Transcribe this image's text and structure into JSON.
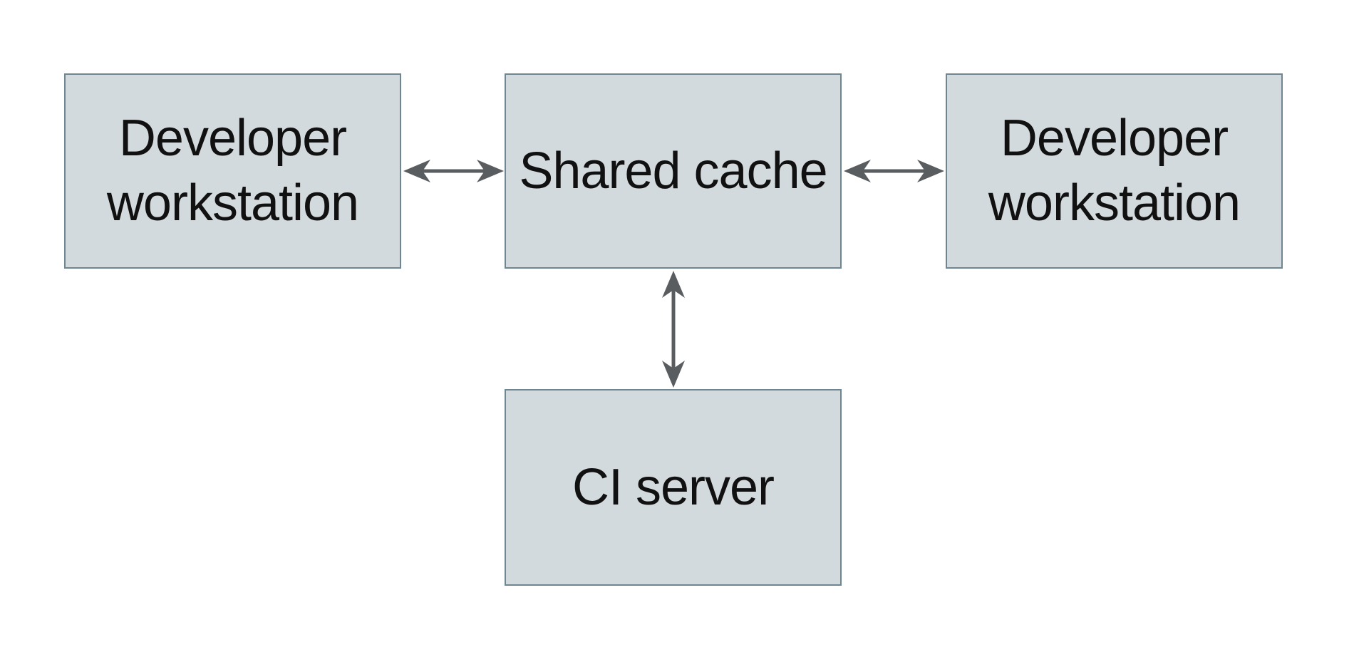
{
  "diagram": {
    "type": "architecture-diagram",
    "background": "#ffffff",
    "nodes": [
      {
        "id": "dev-left",
        "label": "Developer workstation"
      },
      {
        "id": "shared-cache",
        "label": "Shared cache"
      },
      {
        "id": "dev-right",
        "label": "Developer workstation"
      },
      {
        "id": "ci-server",
        "label": "CI server"
      }
    ],
    "edges": [
      {
        "from": "dev-left",
        "to": "shared-cache",
        "direction": "bidirectional"
      },
      {
        "from": "shared-cache",
        "to": "dev-right",
        "direction": "bidirectional"
      },
      {
        "from": "shared-cache",
        "to": "ci-server",
        "direction": "bidirectional"
      }
    ],
    "colors": {
      "node_fill": "#d3dadd",
      "node_border": "#6f8591",
      "arrow": "#5a5d60",
      "text": "#111111",
      "background": "#ffffff"
    }
  }
}
